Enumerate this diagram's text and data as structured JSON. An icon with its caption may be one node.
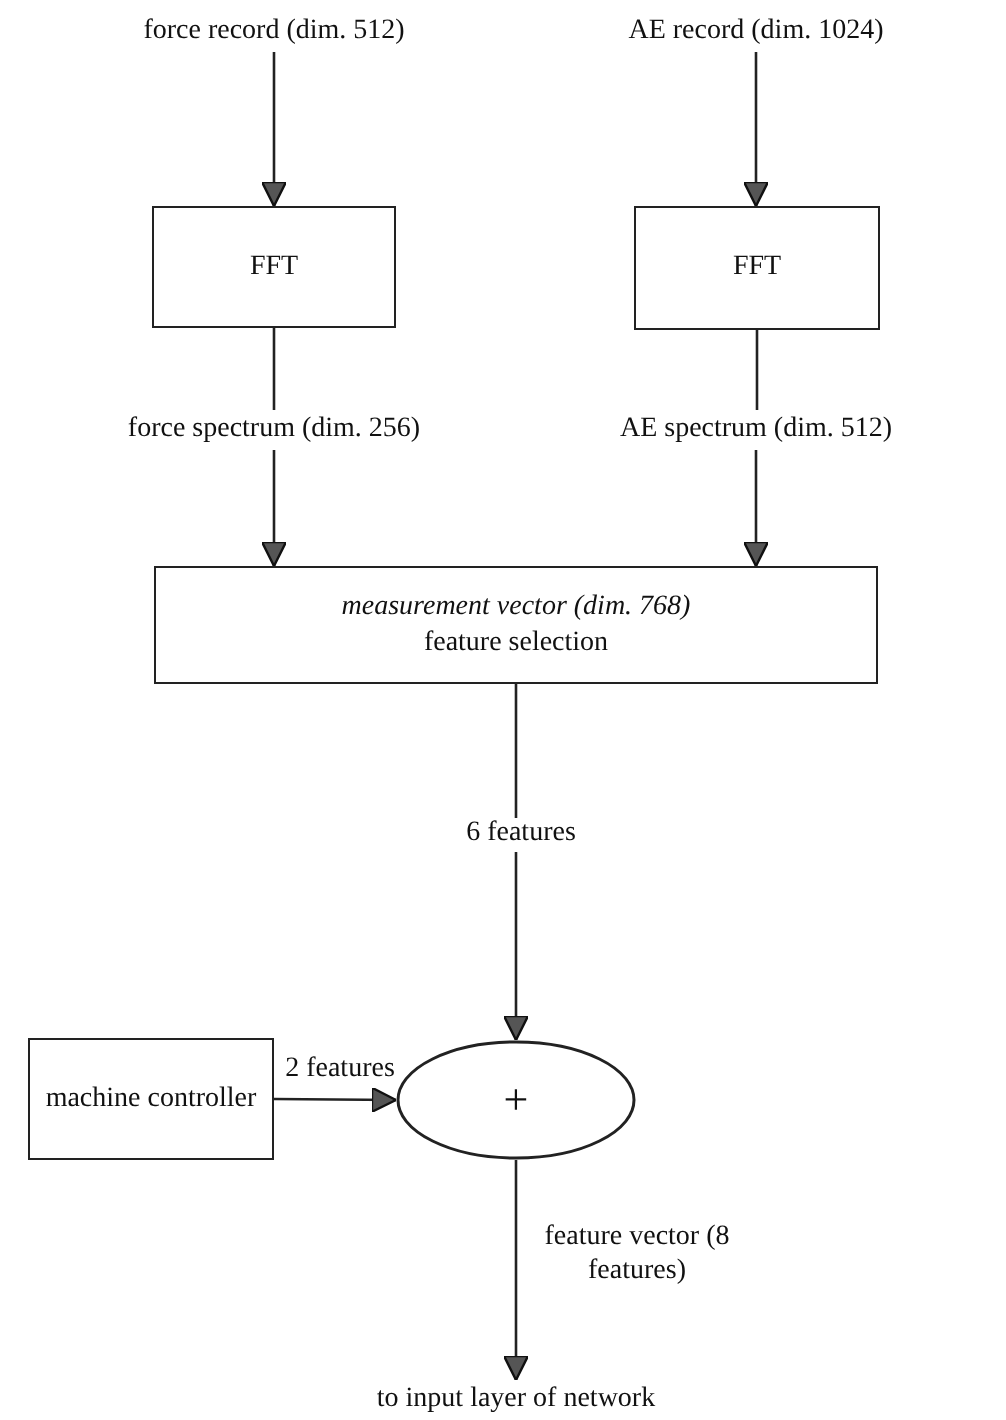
{
  "diagram": {
    "nodes": [
      {
        "text": [
          "force record (dim. 512)"
        ]
      },
      {
        "text": [
          "AE record (dim. 1024)"
        ]
      },
      {
        "text": [
          "FFT"
        ]
      },
      {
        "text": [
          "FFT"
        ]
      },
      {
        "text": [
          "force spectrum (dim. 256)"
        ]
      },
      {
        "text": [
          "AE spectrum (dim. 512)"
        ]
      },
      {
        "text": [
          "measurement vector (dim. 768)",
          "feature selection"
        ]
      },
      {
        "text": [
          "machine controller"
        ]
      },
      {
        "text": [
          "+"
        ]
      },
      {
        "text": [
          "to input layer of network"
        ]
      }
    ],
    "edges": [
      {
        "from": 0,
        "to": 2,
        "arrow": "to"
      },
      {
        "from": 1,
        "to": 3,
        "arrow": "to"
      },
      {
        "from": 2,
        "to": 4,
        "arrow": "none"
      },
      {
        "from": 3,
        "to": 5,
        "arrow": "none"
      },
      {
        "from": 4,
        "to": 6,
        "arrow": "to"
      },
      {
        "from": 5,
        "to": 6,
        "arrow": "to"
      },
      {
        "from": 6,
        "to": 8,
        "arrow": "to",
        "label": "6 features"
      },
      {
        "from": 7,
        "to": 8,
        "arrow": "to",
        "label": "2 features"
      },
      {
        "from": 8,
        "to": 9,
        "arrow": "to",
        "label": "feature vector (8 features)"
      }
    ]
  }
}
